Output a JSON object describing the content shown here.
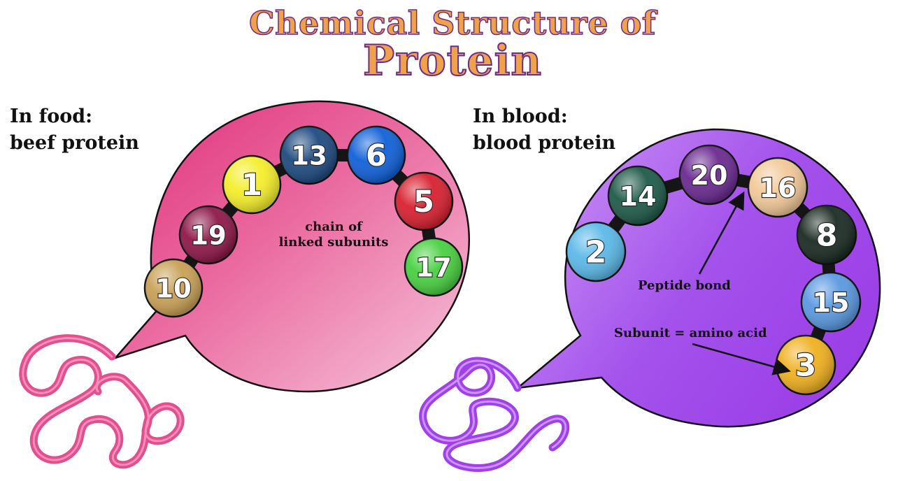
{
  "title": {
    "line1": "Chemical Structure of",
    "line2": "Protein"
  },
  "left": {
    "heading": "In food:",
    "subheading": "beef protein",
    "note_line1": "chain of",
    "note_line2": "linked subunits",
    "subunits": [
      {
        "label": "10",
        "color": "#c8a055"
      },
      {
        "label": "19",
        "color": "#8e1848"
      },
      {
        "label": "1",
        "color": "#f4ee2a"
      },
      {
        "label": "13",
        "color": "#1e4a80"
      },
      {
        "label": "6",
        "color": "#1060d8"
      },
      {
        "label": "5",
        "color": "#d82030"
      },
      {
        "label": "17",
        "color": "#48d040"
      }
    ],
    "colors": {
      "bubble_dark": "#e0307a",
      "bubble_light": "#f6b8d2",
      "strand": "#e04f8e"
    }
  },
  "right": {
    "heading": "In blood:",
    "subheading": "blood protein",
    "peptide_label": "Peptide bond",
    "subunit_label": "Subunit = amino acid",
    "subunits": [
      {
        "label": "2",
        "color": "#5ab8e8"
      },
      {
        "label": "14",
        "color": "#1e5a48"
      },
      {
        "label": "20",
        "color": "#6a2a90"
      },
      {
        "label": "16",
        "color": "#f2c898"
      },
      {
        "label": "8",
        "color": "#1a2a22"
      },
      {
        "label": "15",
        "color": "#5a98e0"
      },
      {
        "label": "3",
        "color": "#f0b020"
      }
    ],
    "colors": {
      "bubble_dark": "#9a40e8",
      "bubble_light": "#e0c8f6",
      "strand": "#a040e8"
    }
  }
}
